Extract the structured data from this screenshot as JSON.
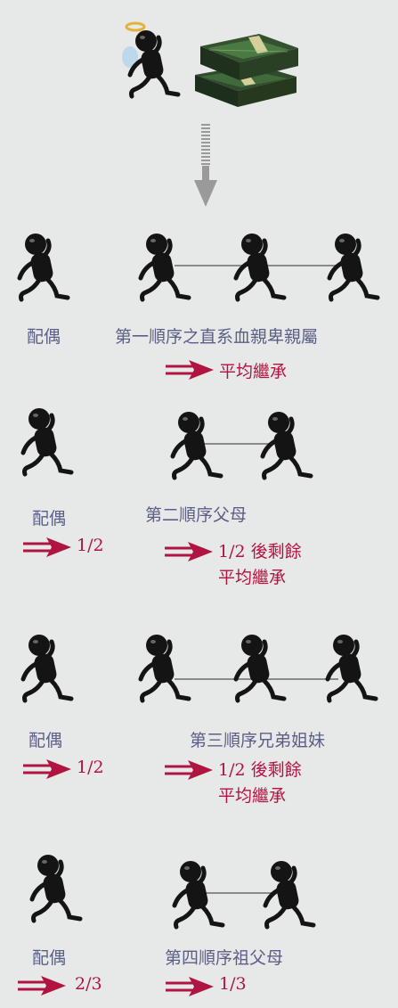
{
  "icons": {
    "deceased": "deceased-angel-figure-icon",
    "estate": "money-stacks-icon",
    "heir": "walking-figure-icon",
    "flow": "red-double-arrow-icon",
    "down": "gray-down-arrow-icon"
  },
  "colors": {
    "background": "#e7e8e8",
    "label": "#5b5f86",
    "accent": "#b01440",
    "figure": "#141414"
  },
  "rows": [
    {
      "spouse_label": "配偶",
      "heir_label": "第一順序之直系血親卑親屬",
      "spouse_share": "",
      "heir_share": "平均繼承",
      "heir_share_extra": "",
      "heir_count": 3
    },
    {
      "spouse_label": "配偶",
      "heir_label": "第二順序父母",
      "spouse_share": "1/2",
      "heir_share": "1/2  後剩餘",
      "heir_share_extra": "平均繼承",
      "heir_count": 2
    },
    {
      "spouse_label": "配偶",
      "heir_label": "第三順序兄弟姐妹",
      "spouse_share": "1/2",
      "heir_share": "1/2  後剩餘",
      "heir_share_extra": "平均繼承",
      "heir_count": 3
    },
    {
      "spouse_label": "配偶",
      "heir_label": "第四順序祖父母",
      "spouse_share": "2/3",
      "heir_share": "1/3",
      "heir_share_extra": "",
      "heir_count": 2
    }
  ]
}
